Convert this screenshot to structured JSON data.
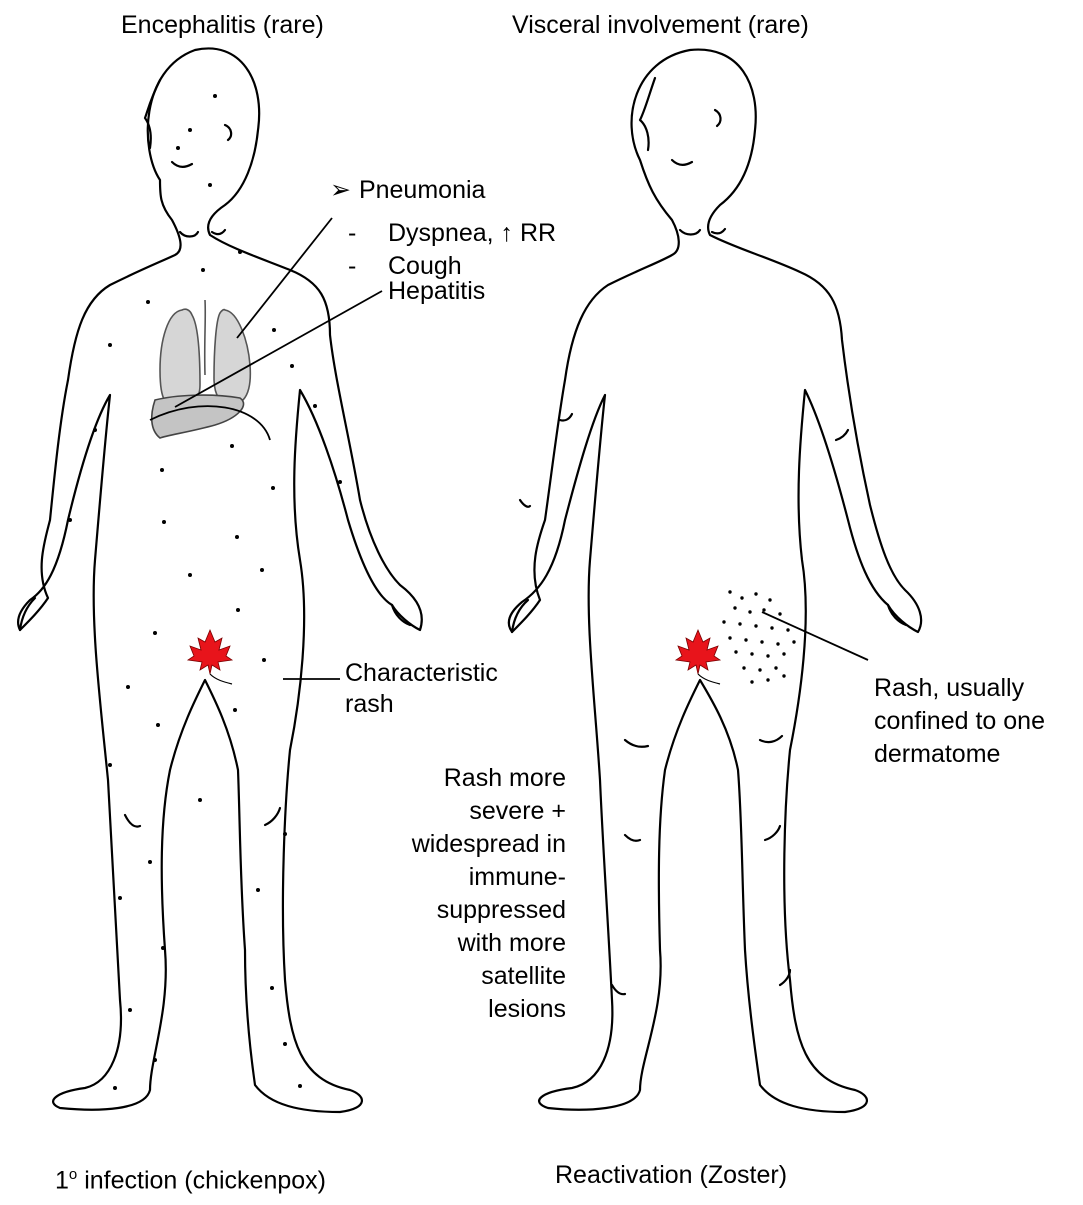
{
  "left_figure": {
    "top_label": "Encephalitis (rare)",
    "bottom_label_prefix": "1",
    "bottom_label_sup": "o",
    "bottom_label_rest": " infection (chickenpox)",
    "pneumonia": {
      "bullet": "➢",
      "title": "Pneumonia",
      "items": [
        {
          "dash": "-",
          "text": "Dyspnea, ↑ RR"
        },
        {
          "dash": "-",
          "text": "Cough"
        }
      ]
    },
    "hepatitis": "Hepatitis",
    "rash_line1": "Characteristic",
    "rash_line2": "rash"
  },
  "right_figure": {
    "top_label": "Visceral involvement (rare)",
    "bottom_label": "Reactivation (Zoster)",
    "dermatome_line1": "Rash, usually",
    "dermatome_line2": "confined to one",
    "dermatome_line3": "dermatome",
    "immuno_lines": [
      "Rash more",
      "severe +",
      "widespread in",
      "immune-",
      "suppressed",
      "with more",
      "satellite",
      "lesions"
    ]
  },
  "colors": {
    "outline": "#000000",
    "organ_fill": "#d6d6d6",
    "leaf": "#e8141b"
  }
}
